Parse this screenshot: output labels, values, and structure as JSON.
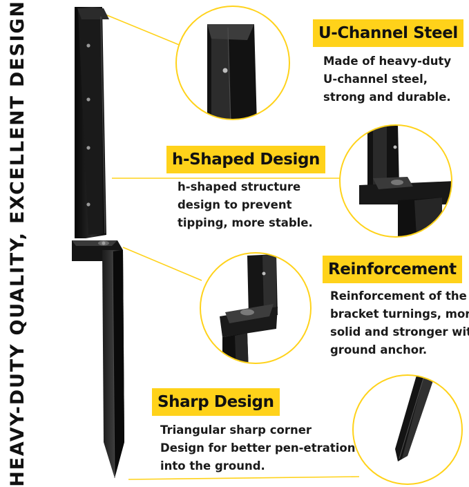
{
  "side_title": "HEAVY-DUTY QUALITY, EXCELLENT DESIGN",
  "colors": {
    "accent": "#ffd21a",
    "steel": "#111111",
    "text": "#1a1a1a"
  },
  "features": [
    {
      "title": "U-Channel Steel",
      "lines": [
        "Made of heavy-duty",
        "U-channel steel,",
        "strong and durable."
      ]
    },
    {
      "title": "h-Shaped Design",
      "lines": [
        "h-shaped structure",
        "design to prevent",
        "tipping, more stable."
      ]
    },
    {
      "title": "Reinforcement",
      "lines": [
        "Reinforcement of the",
        "bracket turnings, more",
        "solid and stronger with",
        "ground anchor."
      ]
    },
    {
      "title": "Sharp Design",
      "lines": [
        "Triangular sharp corner",
        "Design for better pen-etration",
        "into the ground."
      ]
    }
  ]
}
